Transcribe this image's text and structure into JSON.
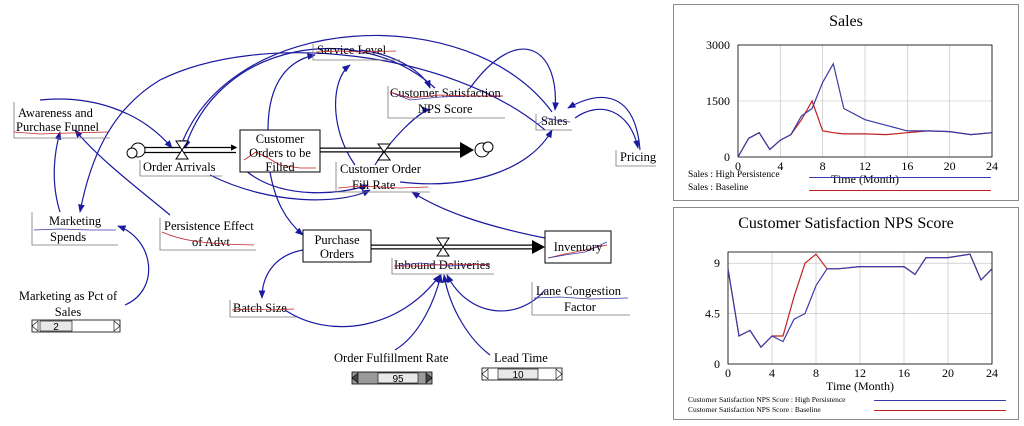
{
  "diagram": {
    "variables": {
      "awareness": [
        "Awareness and",
        "Purchase Funnel"
      ],
      "order_arrivals": "Order Arrivals",
      "customer_orders": [
        "Customer",
        "Orders to be",
        "Filled"
      ],
      "service_level": "Service Level",
      "csat_nps": [
        "Customer Satisfaction",
        "NPS Score"
      ],
      "customer_order_fill_rate": [
        "Customer Order",
        "Fill Rate"
      ],
      "sales": "Sales",
      "pricing": "Pricing",
      "marketing_spends": [
        "Marketing",
        "Spends"
      ],
      "persistence_effect": [
        "Persistence Effect",
        "of Advt"
      ],
      "purchase_orders": [
        "Purchase",
        "Orders"
      ],
      "inbound_deliveries": "Inbound Deliveries",
      "inventory": "Inventory",
      "lane_congestion": [
        "Lane Congestion",
        "Factor"
      ],
      "batch_size": "Batch Size",
      "marketing_pct": [
        "Marketing as Pct of",
        "Sales"
      ],
      "order_fulfillment_rate": "Order Fulfillment Rate",
      "lead_time": "Lead Time"
    },
    "sliders": {
      "marketing_pct": "2",
      "order_fulfillment_rate": "95",
      "lead_time": "10"
    }
  },
  "colors": {
    "link": "#1a1aa0",
    "high": "#3a3aa8",
    "base": "#c02020",
    "axis": "#000000"
  },
  "charts": {
    "sales": {
      "title": "Sales",
      "yticks": [
        "3000",
        "1500",
        "0"
      ],
      "xticks": [
        "0",
        "4",
        "8",
        "12",
        "16",
        "20",
        "24"
      ],
      "xlabel": "Time (Month)",
      "legend": [
        "Sales : High Persistence",
        "Sales : Baseline"
      ]
    },
    "nps": {
      "title": "Customer Satisfaction NPS Score",
      "yticks": [
        "9",
        "4.5",
        "0"
      ],
      "xticks": [
        "0",
        "4",
        "8",
        "12",
        "16",
        "20",
        "24"
      ],
      "xlabel": "Time (Month)",
      "legend": [
        "Customer Satisfaction NPS Score : High Persistence",
        "Customer Satisfaction NPS Score : Baseline"
      ]
    }
  },
  "chart_data": [
    {
      "type": "line",
      "title": "Sales",
      "xlabel": "Time (Month)",
      "ylabel": "",
      "xlim": [
        0,
        24
      ],
      "ylim": [
        0,
        3000
      ],
      "x": [
        0,
        1,
        2,
        3,
        4,
        5,
        6,
        7,
        8,
        9,
        10,
        12,
        14,
        16,
        18,
        20,
        22,
        24
      ],
      "series": [
        {
          "name": "Sales : High Persistence",
          "values": [
            0,
            500,
            650,
            200,
            450,
            600,
            1100,
            1300,
            2000,
            2500,
            1300,
            1000,
            850,
            700,
            700,
            680,
            600,
            650
          ]
        },
        {
          "name": "Sales : Baseline",
          "values": [
            0,
            500,
            650,
            200,
            450,
            600,
            1000,
            1500,
            700,
            650,
            620,
            620,
            600,
            650,
            700,
            680,
            600,
            650
          ]
        }
      ]
    },
    {
      "type": "line",
      "title": "Customer Satisfaction NPS Score",
      "xlabel": "Time (Month)",
      "ylabel": "",
      "xlim": [
        0,
        24
      ],
      "ylim": [
        0,
        10
      ],
      "x": [
        0,
        1,
        2,
        3,
        4,
        5,
        6,
        7,
        8,
        9,
        10,
        12,
        14,
        16,
        17,
        18,
        20,
        22,
        23,
        24
      ],
      "series": [
        {
          "name": "Customer Satisfaction NPS Score : High Persistence",
          "values": [
            8.5,
            2.5,
            3,
            1.5,
            2.5,
            2,
            4,
            4.5,
            7,
            8.5,
            8.5,
            8.7,
            8.7,
            8.7,
            8,
            9.5,
            9.5,
            9.8,
            7.5,
            8.5
          ]
        },
        {
          "name": "Customer Satisfaction NPS Score : Baseline",
          "values": [
            8.5,
            2.5,
            3,
            1.5,
            2.5,
            2.5,
            6,
            9,
            9.8,
            8.5,
            8.5,
            8.7,
            8.7,
            8.7,
            8,
            9.5,
            9.5,
            9.8,
            7.5,
            8.5
          ]
        }
      ]
    }
  ]
}
